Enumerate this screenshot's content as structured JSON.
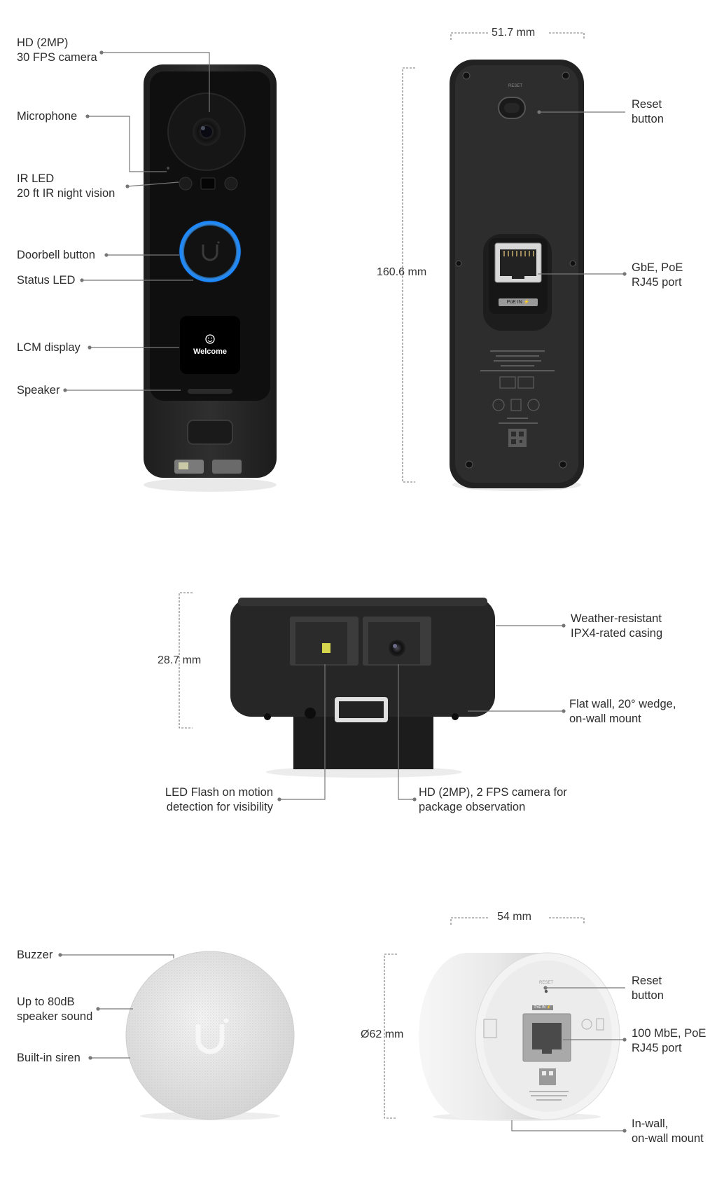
{
  "front_view": {
    "callouts": {
      "camera": "HD (2MP)\n30 FPS camera",
      "microphone": "Microphone",
      "ir_led": "IR LED\n20 ft IR night vision",
      "doorbell_button": "Doorbell button",
      "status_led": "Status LED",
      "lcm_display": "LCM display",
      "speaker": "Speaker"
    },
    "screen_text": "Welcome",
    "ring_color": "#1e88ff"
  },
  "back_view": {
    "width_dim": "51.7 mm",
    "height_dim": "160.6 mm",
    "reset_silkscreen": "RESET",
    "poe_badge": "PoE IN ⚡",
    "callouts": {
      "reset_button": "Reset\nbutton",
      "port": "GbE, PoE\nRJ45 port"
    }
  },
  "bottom_view": {
    "height_dim": "28.7 mm",
    "callouts": {
      "casing": "Weather-resistant\nIPX4-rated casing",
      "mount": "Flat wall, 20° wedge,\non-wall mount",
      "led_flash": "LED Flash on motion\ndetection for visibility",
      "package_camera": "HD (2MP), 2 FPS camera for\npackage observation"
    }
  },
  "chime_front": {
    "callouts": {
      "buzzer": "Buzzer",
      "speaker_sound": "Up to 80dB\nspeaker sound",
      "siren": "Built-in siren"
    }
  },
  "chime_back": {
    "width_dim": "54 mm",
    "diameter_dim": "Ø62 mm",
    "reset_silkscreen": "RESET",
    "poe_badge": "PoE IN ⚡",
    "callouts": {
      "reset_button": "Reset\nbutton",
      "port": "100 MbE, PoE\nRJ45 port",
      "mount": "In-wall,\non-wall mount"
    }
  },
  "colors": {
    "device_dark": "#2a2a2a",
    "chime_white": "#eeeeee",
    "leader_line": "#666666"
  }
}
